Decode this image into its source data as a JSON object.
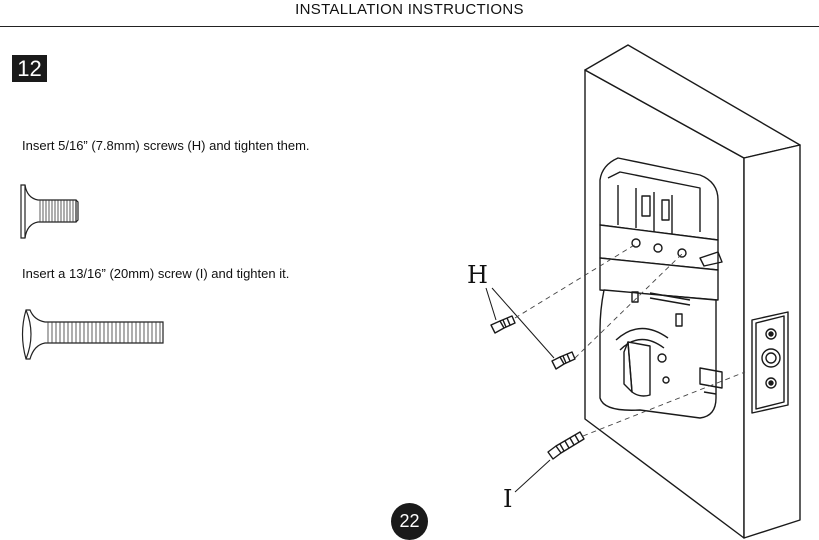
{
  "header": {
    "title": "INSTALLATION  INSTRUCTIONS"
  },
  "step": {
    "number": "12"
  },
  "instructions": [
    "Insert  5/16”  (7.8mm)  screws  (H)  and  tighten  them.",
    "Insert  a  13/16”  (20mm)  screw  (I)  and  tighten  it."
  ],
  "diagram": {
    "label_h": "H",
    "label_i": "I"
  },
  "footer": {
    "page_number": "22"
  }
}
